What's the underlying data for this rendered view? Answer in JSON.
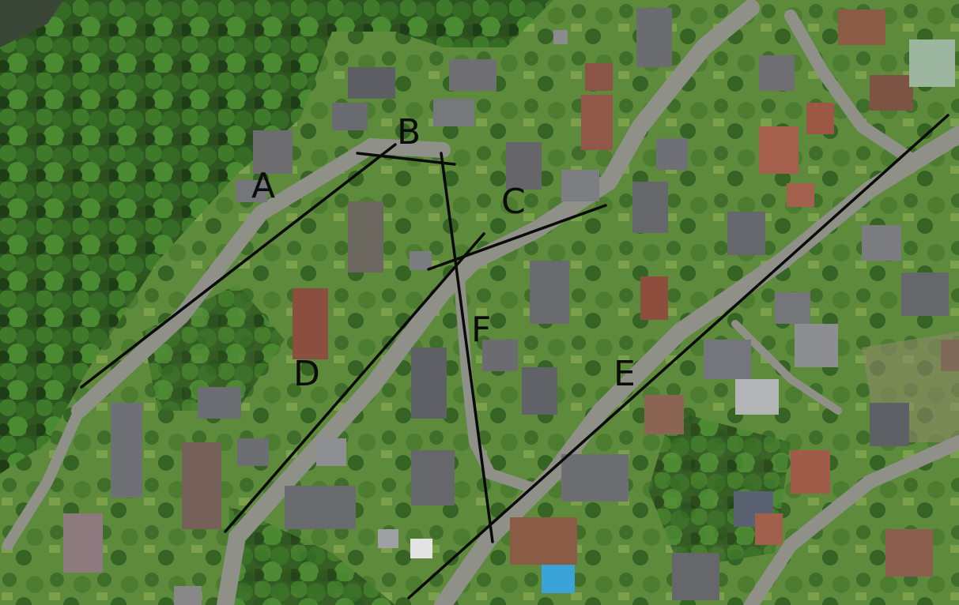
{
  "map": {
    "type": "aerial-photo",
    "line_color": "#0a0a0a",
    "vegetation_color": "#2f5a22",
    "road_color": "#8f9189",
    "labels": {
      "A": "A",
      "B": "B",
      "C": "C",
      "D": "D",
      "E": "E",
      "F": "F"
    }
  }
}
